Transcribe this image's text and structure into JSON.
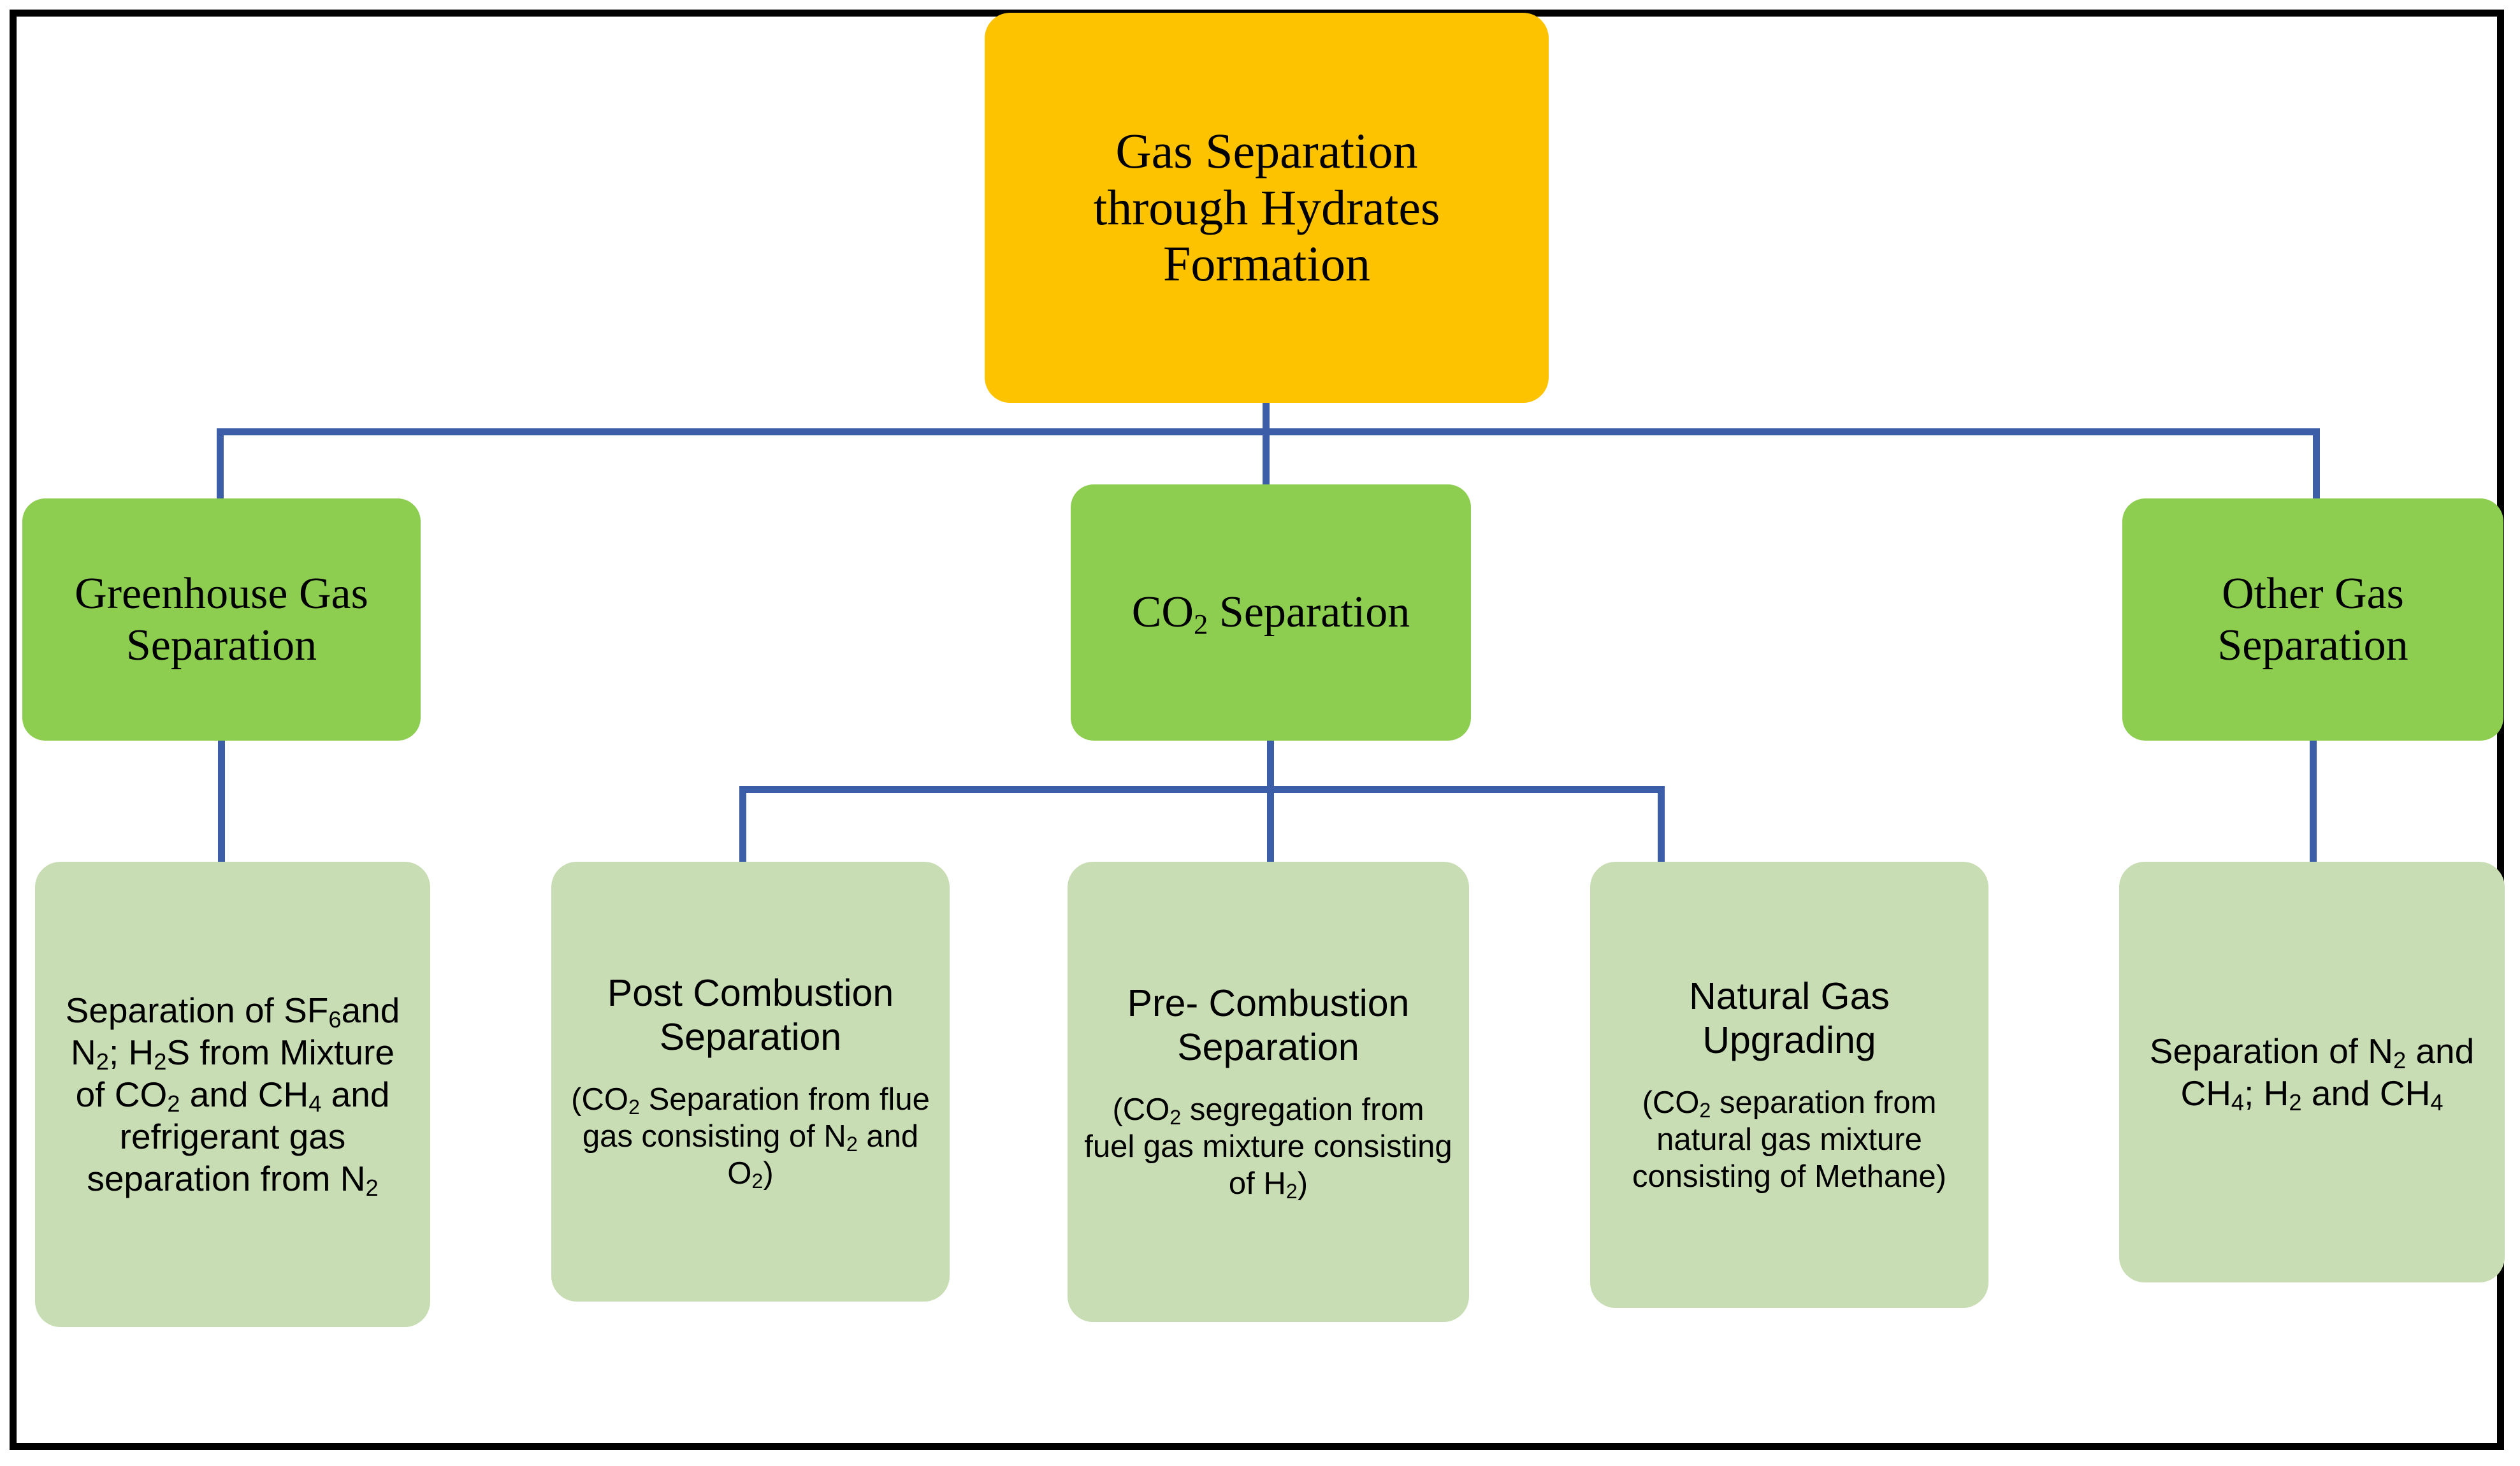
{
  "diagram": {
    "title_root": "Gas Separation through Hydrates Formation",
    "colors": {
      "root_fill": "#fdc300",
      "branch_fill": "#8dce51",
      "leaf_fill": "#c9ddb4",
      "connector": "#3c5ea8",
      "frame_border": "#000000",
      "text": "#000000",
      "background": "#ffffff"
    },
    "root": {
      "label_line1": "Gas Separation",
      "label_line2": "through Hydrates",
      "label_line3": "Formation"
    },
    "branches": [
      {
        "id": "greenhouse-gas-separation",
        "label_line1": "Greenhouse Gas",
        "label_line2": "Separation"
      },
      {
        "id": "co2-separation",
        "label_pre": "CO",
        "label_sub": "2",
        "label_post": " Separation"
      },
      {
        "id": "other-gas-separation",
        "label_line1": "Other Gas",
        "label_line2": "Separation"
      }
    ],
    "leaves": [
      {
        "id": "greenhouse-leaf",
        "parent": "greenhouse-gas-separation",
        "body_html": "Separation of SF<sub>6</sub>and N<sub>2</sub>; H<sub>2</sub>S from Mixture of CO<sub>2</sub> and CH<sub>4</sub> and refrigerant gas separation from N<sub>2</sub>",
        "body_plain": "Separation of SF6 and N2; H2S from Mixture of CO2 and CH4 and refrigerant gas separation from N2"
      },
      {
        "id": "post-combustion-separation",
        "parent": "co2-separation",
        "title_html": "Post Combustion Separation",
        "title_plain": "Post Combustion Separation",
        "sub_html": "(CO<sub>2</sub> Separation from flue gas consisting of N<sub>2</sub> and O<sub>2</sub>)",
        "sub_plain": "(CO2 Separation from flue gas consisting of N2 and O2)"
      },
      {
        "id": "pre-combustion-separation",
        "parent": "co2-separation",
        "title_html": "Pre- Combustion Separation",
        "title_plain": "Pre- Combustion Separation",
        "sub_html": "(CO<sub>2</sub> segregation from fuel gas mixture consisting of H<sub>2</sub>)",
        "sub_plain": "(CO2 segregation from fuel gas mixture consisting of H2)"
      },
      {
        "id": "natural-gas-upgrading",
        "parent": "co2-separation",
        "title_html": "Natural Gas Upgrading",
        "title_plain": "Natural Gas Upgrading",
        "sub_html": "(CO<sub>2</sub> separation from natural gas mixture consisting of Methane)",
        "sub_plain": "(CO2 separation from natural gas mixture consisting of Methane)"
      },
      {
        "id": "other-gas-leaf",
        "parent": "other-gas-separation",
        "body_html": "Separation of N<sub>2</sub> and CH<sub>4</sub>; H<sub>2</sub> and CH<sub>4</sub>",
        "body_plain": "Separation of N2 and CH4; H2 and CH4"
      }
    ]
  }
}
